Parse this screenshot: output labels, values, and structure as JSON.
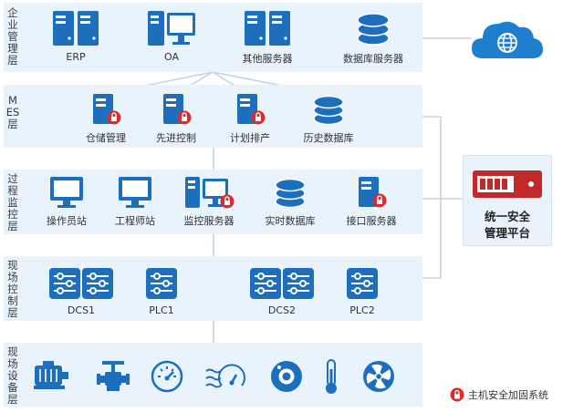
{
  "layers": {
    "enterprise": "企业管理层",
    "mes": "MES层",
    "supervision": "过程监控层",
    "control": "现场控制层",
    "device": "现场设备层"
  },
  "enterprise_nodes": [
    "ERP",
    "OA",
    "其他服务器",
    "数据库服务器"
  ],
  "mes_nodes": [
    "仓储管理",
    "先进控制",
    "计划排产",
    "历史数据库"
  ],
  "supervision_nodes": [
    "操作员站",
    "工程师站",
    "监控服务器",
    "实时数据库",
    "接口服务器"
  ],
  "control_nodes": [
    "DCS1",
    "PLC1",
    "DCS2",
    "PLC2"
  ],
  "platform": {
    "line1": "统一安全",
    "line2": "管理平台"
  },
  "legend": {
    "label": "主机安全加固系统",
    "icon": "lock-badge-icon"
  },
  "colors": {
    "primary": "#1d6fbe",
    "band": "#e8f3fc",
    "line": "#c9d2da",
    "cloud": "#1e7fd0",
    "lock": "#d92d2d",
    "appliance": "#c02a2a"
  }
}
